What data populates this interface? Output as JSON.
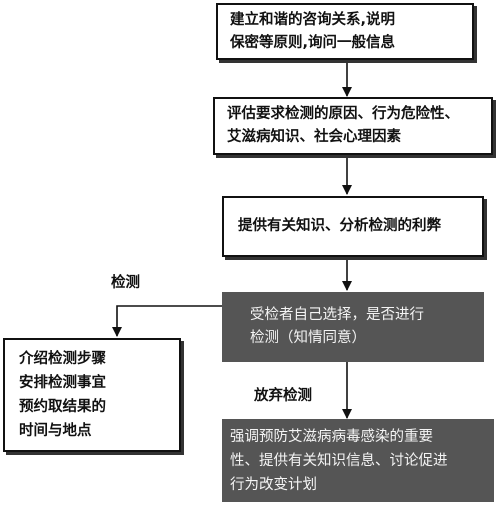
{
  "nodes": {
    "establish": "建立和谐的咨询关系,说明\n保密等原则,询问一般信息",
    "evaluate": "评估要求检测的原因、行为危险性、\n艾滋病知识、社会心理因素",
    "inform": "提供有关知识、分析检测的利弊",
    "choose": "受检者自己选择，是否进行\n检测（知情同意）",
    "procedure": "介绍检测步骤\n安排检测事宜\n预约取结果的\n时间与地点",
    "emphasize": "强调预防艾滋病病毒感染的重要\n性、提供有关知识信息、讨论促进\n行为改变计划"
  },
  "edge_labels": {
    "test": "检测",
    "giveup": "放弃检测"
  },
  "colors": {
    "line": "#111111",
    "dark_box": "#555555"
  }
}
